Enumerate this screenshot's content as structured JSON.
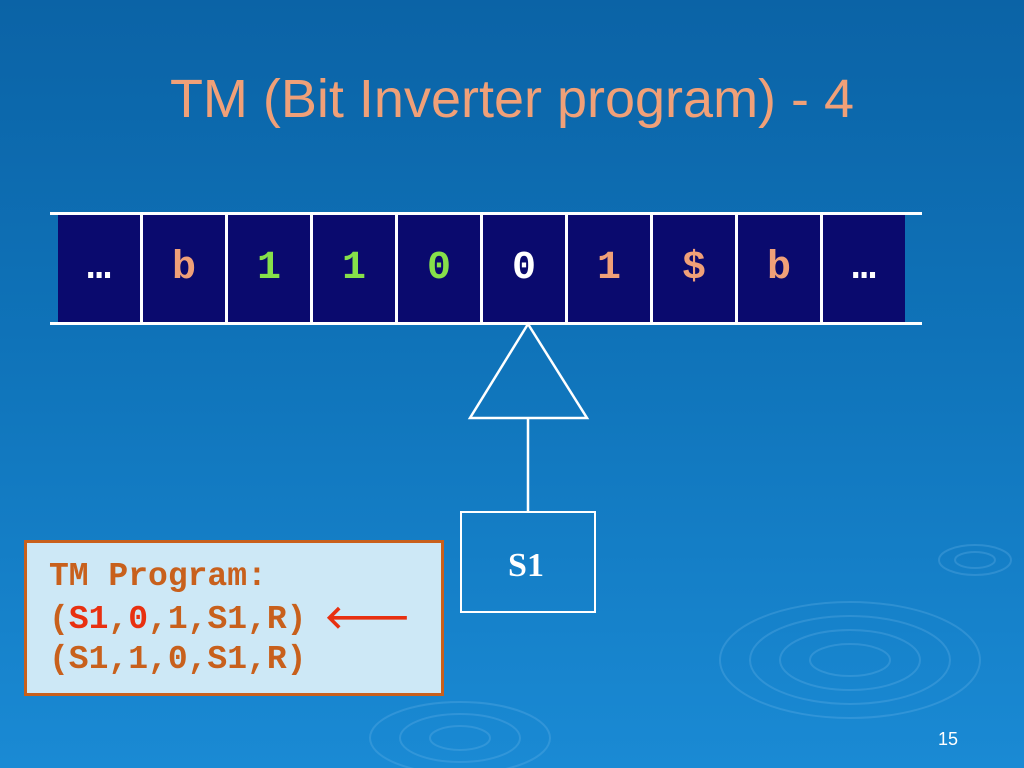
{
  "slide": {
    "title": "TM (Bit Inverter program) - 4",
    "page_number": "15"
  },
  "tape": {
    "cells": [
      {
        "symbol": "…",
        "color": "#ffffff"
      },
      {
        "symbol": "b",
        "color": "#f0a078"
      },
      {
        "symbol": "1",
        "color": "#86e04a"
      },
      {
        "symbol": "1",
        "color": "#86e04a"
      },
      {
        "symbol": "0",
        "color": "#86e04a"
      },
      {
        "symbol": "0",
        "color": "#ffffff"
      },
      {
        "symbol": "1",
        "color": "#f0a078"
      },
      {
        "symbol": "$",
        "color": "#f0a078"
      },
      {
        "symbol": "b",
        "color": "#f0a078"
      },
      {
        "symbol": "…",
        "color": "#ffffff"
      }
    ],
    "head_cell_index": 5
  },
  "state": {
    "label": "S1"
  },
  "program": {
    "heading": "TM Program:",
    "lines": [
      {
        "parts": [
          {
            "text": "(",
            "highlight": false
          },
          {
            "text": "S1",
            "highlight": true
          },
          {
            "text": ",",
            "highlight": false
          },
          {
            "text": "0",
            "highlight": true
          },
          {
            "text": ",1,S1,R)",
            "highlight": false
          }
        ],
        "current": true
      },
      {
        "parts": [
          {
            "text": "(S1,1,0,S1,R)",
            "highlight": false
          }
        ],
        "current": false
      }
    ],
    "current_arrow": "🡐"
  },
  "colors": {
    "background": "#0f73b9",
    "title": "#f0a078",
    "cell_fill": "#0a0a6e",
    "program_text": "#c8601c",
    "program_highlight": "#e83010",
    "program_bg": "#cde8f6"
  }
}
